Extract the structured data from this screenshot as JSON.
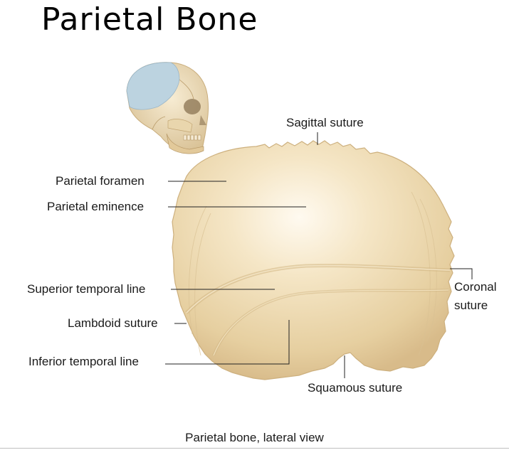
{
  "title": "Parietal Bone",
  "labels": {
    "sagittal_suture": "Sagittal suture",
    "parietal_foramen": "Parietal foramen",
    "parietal_eminence": "Parietal eminence",
    "superior_temporal_line": "Superior temporal line",
    "lambdoid_suture": "Lambdoid suture",
    "inferior_temporal_line": "Inferior temporal line",
    "coronal_suture_line1": "Coronal",
    "coronal_suture_line2": "suture",
    "squamous_suture": "Squamous suture"
  },
  "caption": "Parietal bone, lateral view",
  "colors": {
    "bone": "#e8d3a4",
    "bone_light": "#fbf4e2",
    "bone_shadow": "#d4b887",
    "highlight_region": "#bcd3e0",
    "leader_line": "#222222"
  }
}
